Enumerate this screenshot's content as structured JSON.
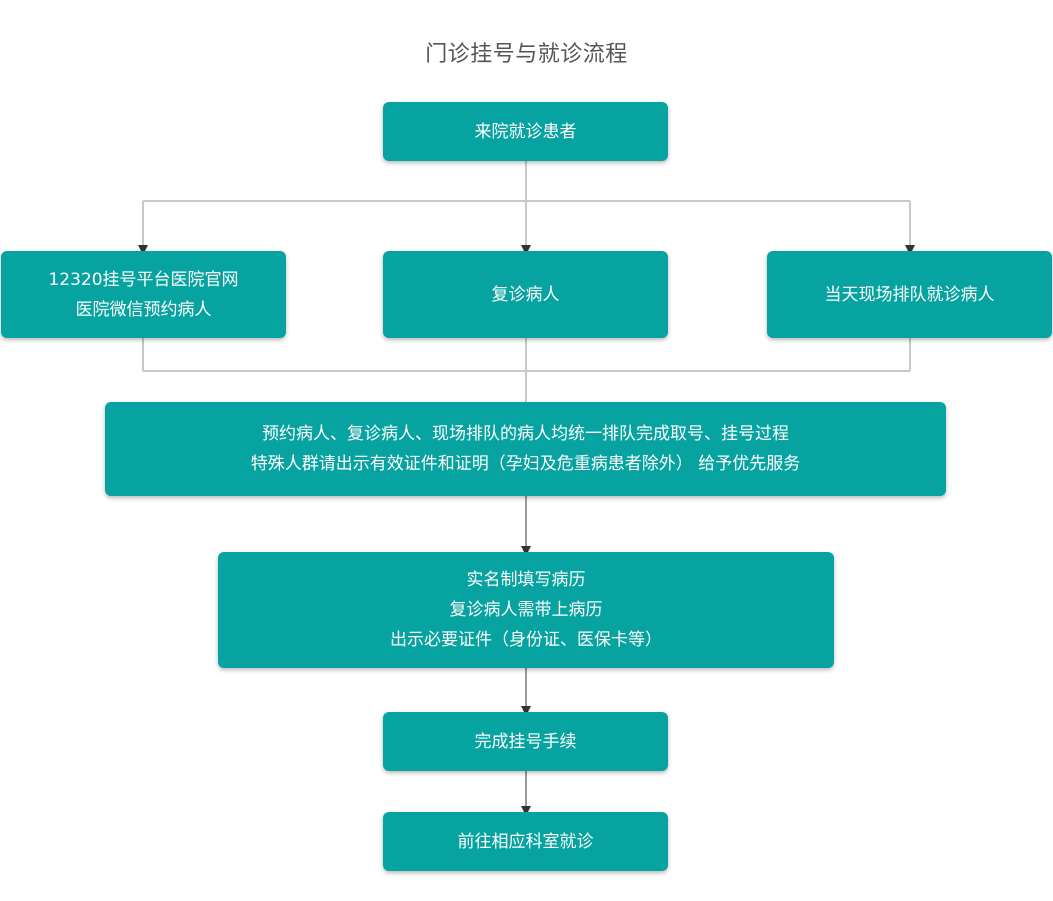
{
  "title": "门诊挂号与就诊流程",
  "nodes": {
    "start": [
      "来院就诊患者"
    ],
    "online": [
      "12320挂号平台医院官网",
      "医院微信预约病人"
    ],
    "revisit": [
      "复诊病人"
    ],
    "onsite": [
      "当天现场排队就诊病人"
    ],
    "queue": [
      "预约病人、复诊病人、现场排队的病人均统一排队完成取号、挂号过程",
      "特殊人群请出示有效证件和证明（孕妇及危重病患者除外） 给予优先服务"
    ],
    "records": [
      "实名制填写病历",
      "复诊病人需带上病历",
      "出示必要证件（身份证、医保卡等）"
    ],
    "complete": [
      "完成挂号手续"
    ],
    "department": [
      "前往相应科室就诊"
    ]
  },
  "colors": {
    "node": "#07a3a1",
    "connector_light": "#c8c8c8",
    "connector_dark": "#9a9a9a",
    "arrowhead": "#333333",
    "title": "#555555"
  }
}
